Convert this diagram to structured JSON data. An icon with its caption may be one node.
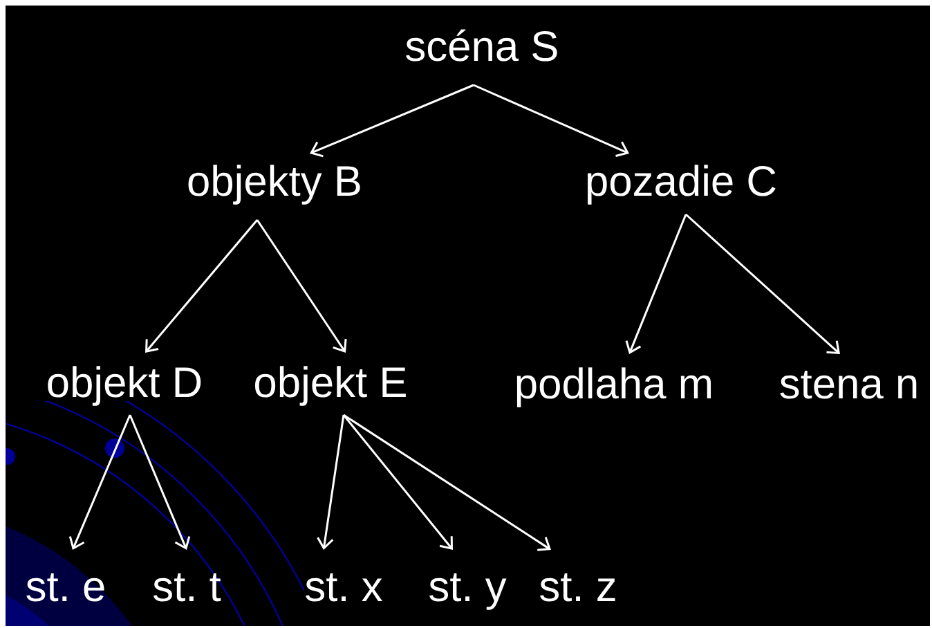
{
  "diagram": {
    "nodes": [
      {
        "text": [
          "scéna S"
        ]
      },
      {
        "text": [
          "objekty B"
        ]
      },
      {
        "text": [
          "pozadie C"
        ]
      },
      {
        "text": [
          "objekt D"
        ]
      },
      {
        "text": [
          "objekt E"
        ]
      },
      {
        "text": [
          "podlaha m"
        ]
      },
      {
        "text": [
          "stena n"
        ]
      },
      {
        "text": [
          "st. e"
        ]
      },
      {
        "text": [
          "st. t"
        ]
      },
      {
        "text": [
          "st. x"
        ]
      },
      {
        "text": [
          "st. y"
        ]
      },
      {
        "text": [
          "st. z"
        ]
      }
    ],
    "edges": [
      {
        "from": 0,
        "to": 1,
        "arrow": "to"
      },
      {
        "from": 0,
        "to": 2,
        "arrow": "to"
      },
      {
        "from": 1,
        "to": 3,
        "arrow": "to"
      },
      {
        "from": 1,
        "to": 4,
        "arrow": "to"
      },
      {
        "from": 2,
        "to": 5,
        "arrow": "to"
      },
      {
        "from": 2,
        "to": 6,
        "arrow": "to"
      },
      {
        "from": 3,
        "to": 7,
        "arrow": "to"
      },
      {
        "from": 3,
        "to": 8,
        "arrow": "to"
      },
      {
        "from": 4,
        "to": 9,
        "arrow": "to"
      },
      {
        "from": 4,
        "to": 10,
        "arrow": "to"
      },
      {
        "from": 4,
        "to": 11,
        "arrow": "to"
      }
    ]
  }
}
